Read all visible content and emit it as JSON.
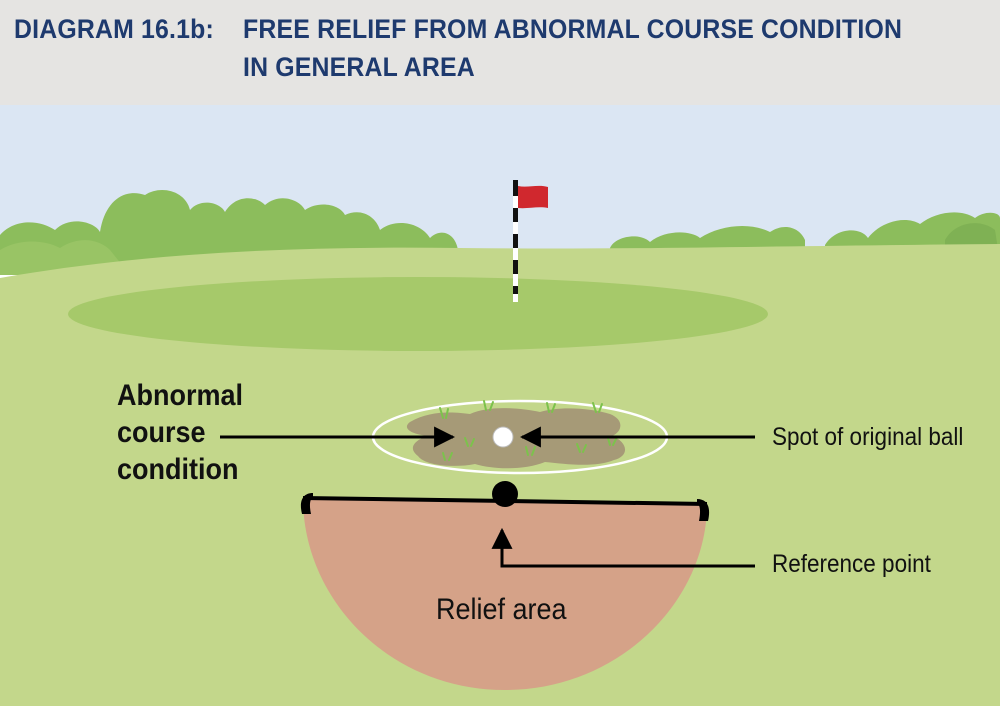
{
  "header": {
    "diagram_label": "DIAGRAM 16.1b:",
    "title_line1": "FREE RELIEF FROM ABNORMAL COURSE CONDITION",
    "title_line2": "IN GENERAL AREA"
  },
  "labels": {
    "abnormal_condition": [
      "Abnormal",
      "course",
      "condition"
    ],
    "spot_of_ball": "Spot of original ball",
    "reference_point": "Reference point",
    "relief_area": "Relief area"
  },
  "colors": {
    "header_bg": "#e5e4e2",
    "title_text": "#1e3a6e",
    "sky": "#dbe6f3",
    "fairway": "#c3d78b",
    "green": "#a6c96a",
    "trees": "#8cbd5c",
    "flag": "#d0282e",
    "relief_area": "#d5a288",
    "condition_patch": "#a69a77"
  }
}
